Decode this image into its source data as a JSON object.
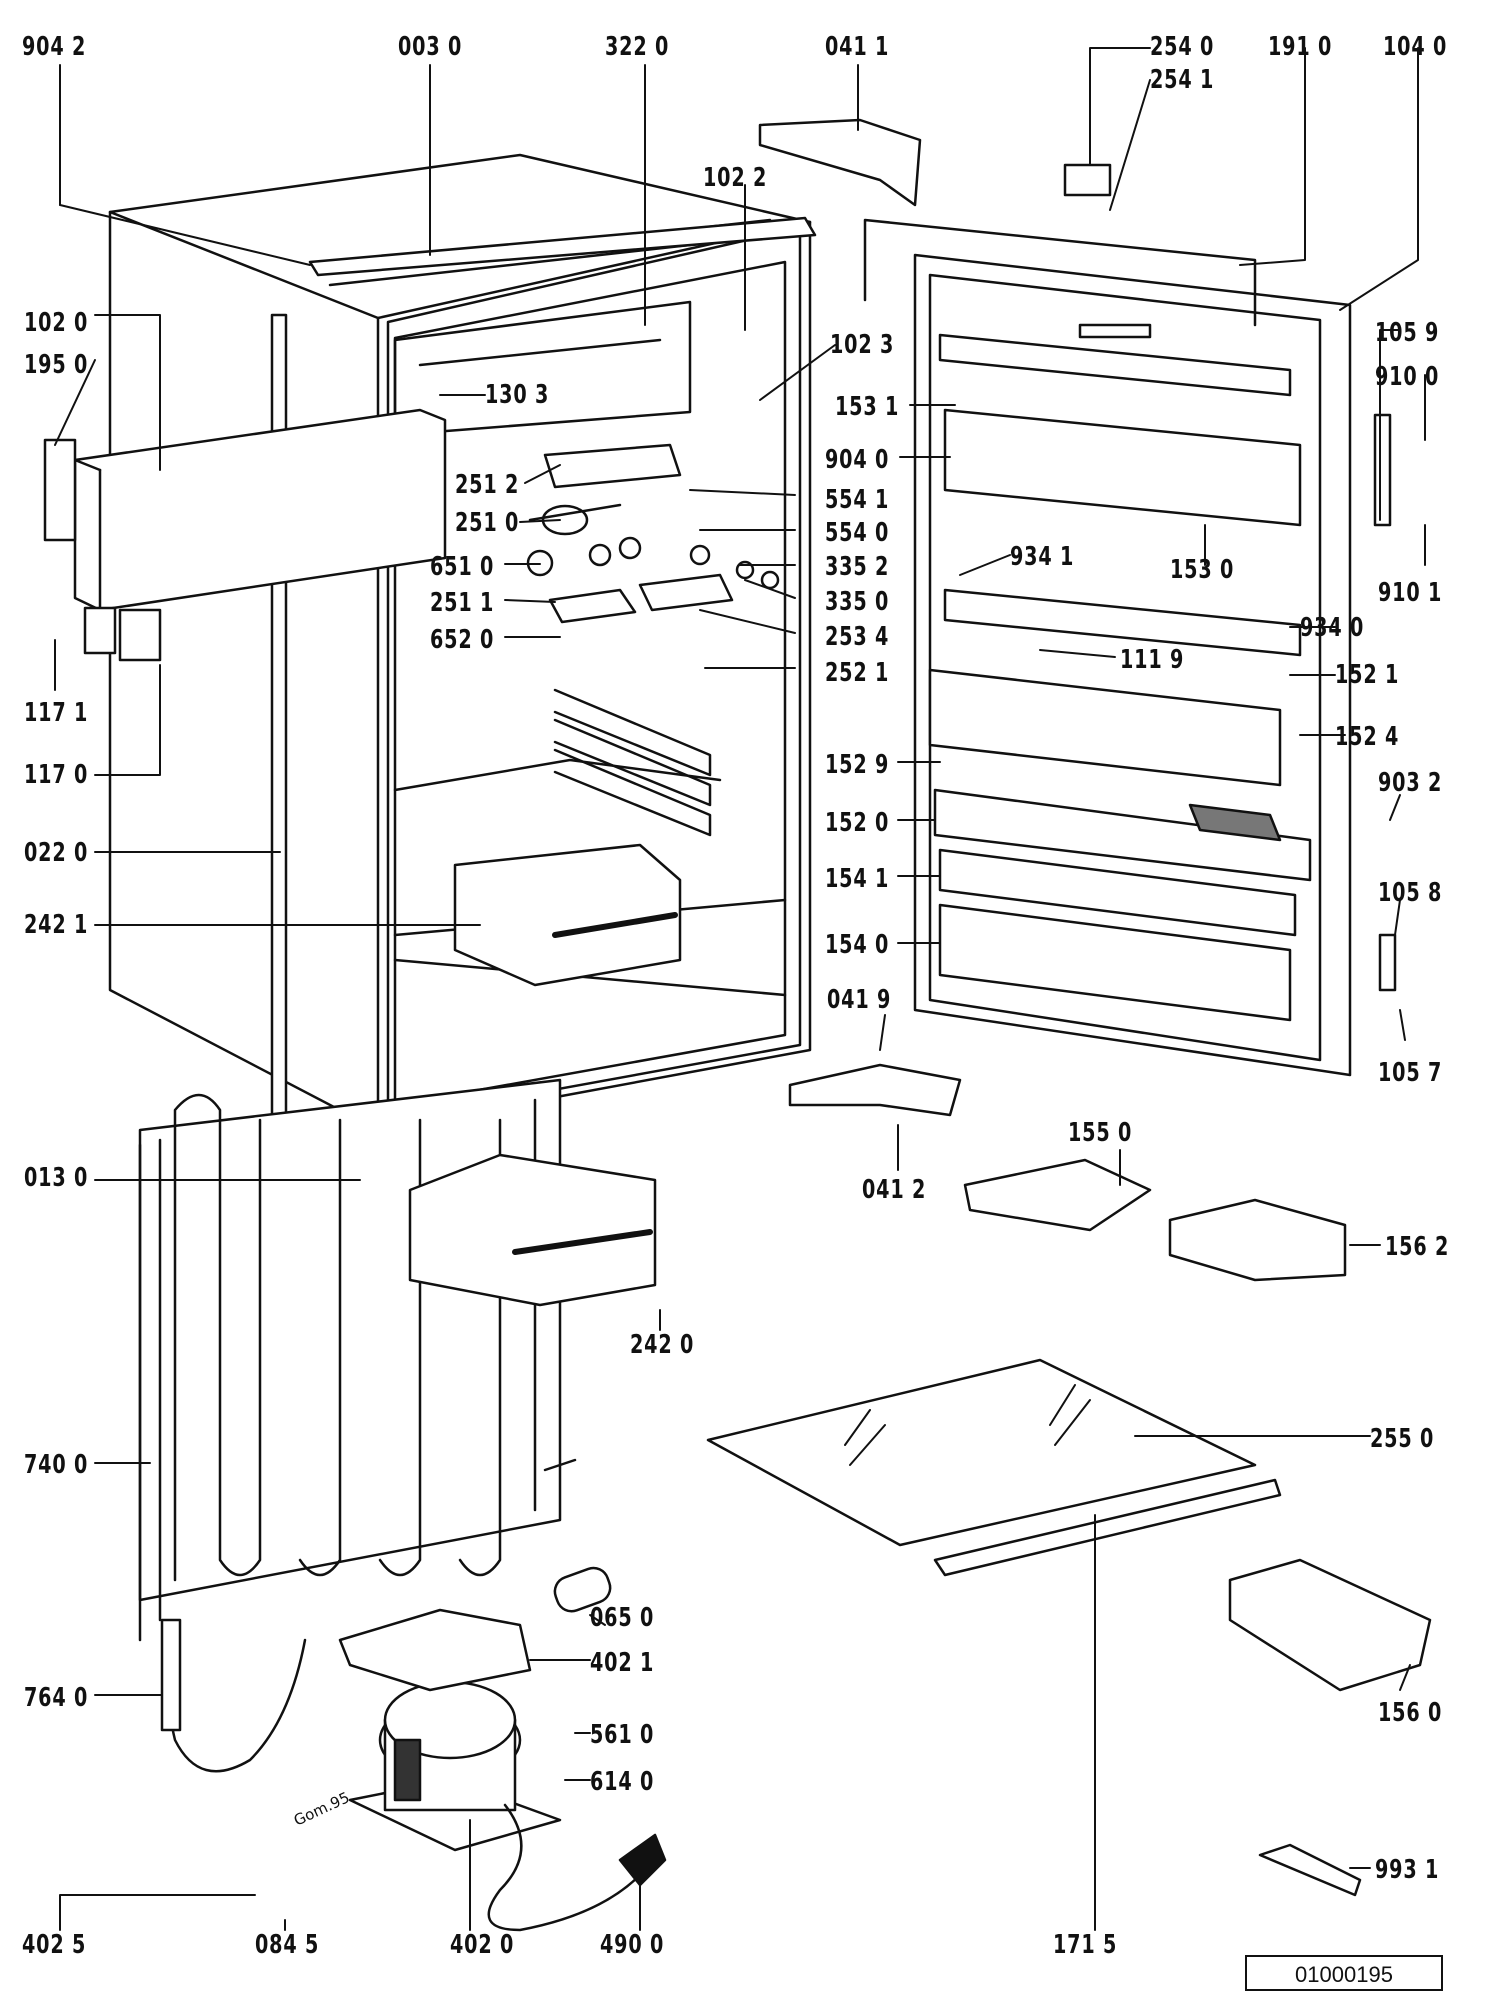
{
  "diagram": {
    "reference_code": "01000195",
    "sign_text": "Gom.95",
    "part_labels": [
      "904 2",
      "003 0",
      "322 0",
      "041 1",
      "254 0",
      "254 1",
      "191 0",
      "104 0",
      "102 2",
      "102 0",
      "195 0",
      "102 3",
      "130 3",
      "153 1",
      "105 9",
      "910 0",
      "251 2",
      "904 0",
      "554 1",
      "251 0",
      "554 0",
      "651 0",
      "335 2",
      "934 1",
      "153 0",
      "251 1",
      "335 0",
      "910 1",
      "652 0",
      "253 4",
      "934 0",
      "117 1",
      "111 9",
      "252 1",
      "152 1",
      "117 0",
      "152 4",
      "152 9",
      "903 2",
      "022 0",
      "152 0",
      "154 1",
      "105 8",
      "242 1",
      "154 0",
      "041 9",
      "105 7",
      "155 0",
      "013 0",
      "041 2",
      "156 2",
      "242 0",
      "740 0",
      "255 0",
      "065 0",
      "402 1",
      "764 0",
      "156 0",
      "561 0",
      "614 0",
      "993 1",
      "402 5",
      "084 5",
      "402 0",
      "490 0",
      "171 5"
    ]
  }
}
